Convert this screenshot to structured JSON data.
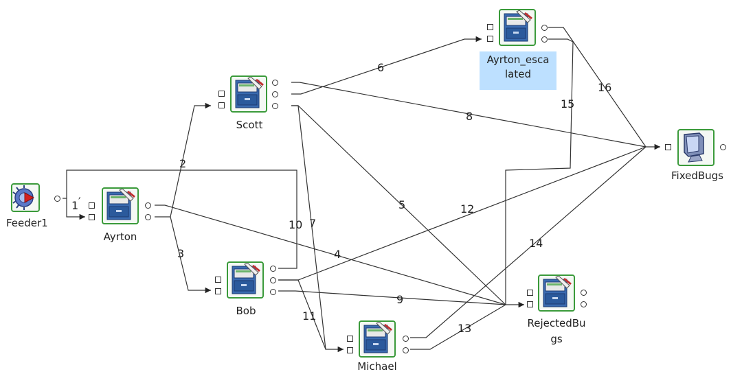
{
  "diagram": {
    "nodes": [
      {
        "id": "feeder1",
        "label": "Feeder1",
        "icon": "feeder-icon",
        "label_lines": [
          "Feeder1"
        ]
      },
      {
        "id": "ayrton",
        "label": "Ayrton",
        "icon": "cabinet-icon",
        "label_lines": [
          "Ayrton"
        ]
      },
      {
        "id": "scott",
        "label": "Scott",
        "icon": "cabinet-icon",
        "label_lines": [
          "Scott"
        ]
      },
      {
        "id": "bob",
        "label": "Bob",
        "icon": "cabinet-icon",
        "label_lines": [
          "Bob"
        ]
      },
      {
        "id": "michael",
        "label": "Michael",
        "icon": "cabinet-icon",
        "label_lines": [
          "Michael"
        ]
      },
      {
        "id": "ayrton_escalated",
        "label": "Ayrton_escalated",
        "icon": "cabinet-icon",
        "label_lines": [
          "Ayrton_esca",
          "lated"
        ],
        "selected": true
      },
      {
        "id": "rejected_bugs",
        "label": "RejectedBugs",
        "icon": "cabinet-icon",
        "label_lines": [
          "RejectedBu",
          "gs"
        ]
      },
      {
        "id": "fixed_bugs",
        "label": "FixedBugs",
        "icon": "monitor-icon",
        "label_lines": [
          "FixedBugs"
        ]
      }
    ],
    "edges": [
      {
        "label": "1",
        "from": "feeder1",
        "to": "ayrton"
      },
      {
        "label": "2",
        "from": "ayrton",
        "to": "scott"
      },
      {
        "label": "3",
        "from": "ayrton",
        "to": "bob"
      },
      {
        "label": "4",
        "from": "ayrton",
        "to": "rejected_bugs"
      },
      {
        "label": "5",
        "from": "scott",
        "to": "rejected_bugs"
      },
      {
        "label": "6",
        "from": "scott",
        "to": "ayrton_escalated"
      },
      {
        "label": "7",
        "from": "scott",
        "to": "michael"
      },
      {
        "label": "8",
        "from": "scott",
        "to": "fixed_bugs"
      },
      {
        "label": "9",
        "from": "bob",
        "to": "rejected_bugs"
      },
      {
        "label": "10",
        "from": "bob",
        "to": "ayrton"
      },
      {
        "label": "11",
        "from": "bob",
        "to": "michael"
      },
      {
        "label": "12",
        "from": "bob",
        "to": "fixed_bugs"
      },
      {
        "label": "13",
        "from": "michael",
        "to": "rejected_bugs"
      },
      {
        "label": "14",
        "from": "michael",
        "to": "fixed_bugs"
      },
      {
        "label": "15",
        "from": "ayrton_escalated",
        "to": "rejected_bugs"
      },
      {
        "label": "16",
        "from": "ayrton_escalated",
        "to": "fixed_bugs"
      }
    ]
  },
  "colors": {
    "node_border": "#3a9a3a",
    "selection": "#bde0ff",
    "cabinet_body": "#2b5a9c",
    "feeder_arrow": "#d42020"
  }
}
